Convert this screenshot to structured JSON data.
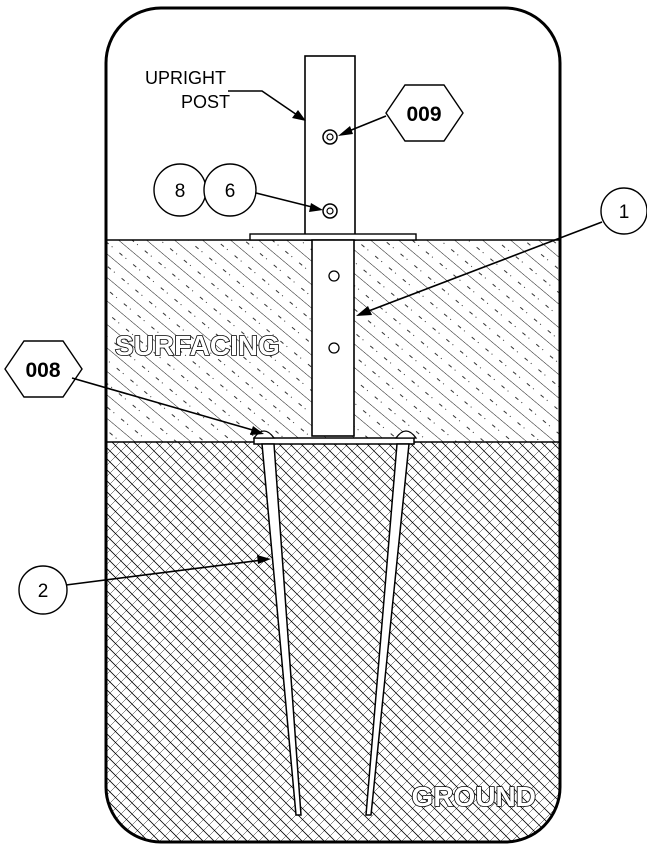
{
  "labels": {
    "upright_post_line1": "UPRIGHT",
    "upright_post_line2": "POST",
    "surfacing": "SURFACING",
    "ground": "GROUND"
  },
  "callouts": {
    "part_009": "009",
    "part_008": "008",
    "item_8": "8",
    "item_6": "6",
    "item_1": "1",
    "item_2": "2"
  },
  "colors": {
    "line": "#000000",
    "background": "#ffffff"
  }
}
